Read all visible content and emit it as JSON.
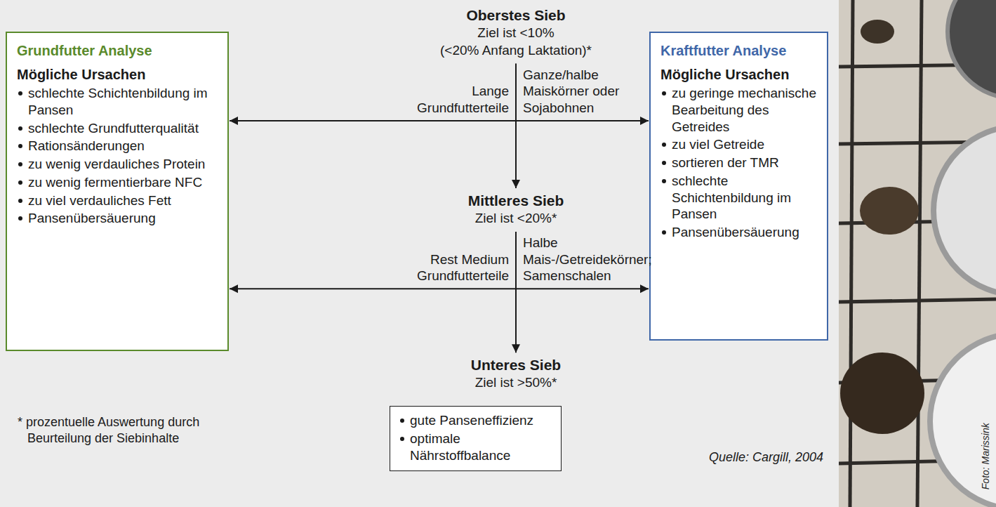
{
  "diagram": {
    "nodes": [
      {
        "text": [
          "Oberstes Sieb",
          "Ziel ist <10%",
          "(<20% Anfang Laktation)*"
        ]
      },
      {
        "text": [
          "Grundfutter Analyse",
          "Mögliche Ursachen",
          "schlechte Schichtenbildung im Pansen",
          "schlechte Grundfutterqualität",
          "Rationsänderungen",
          "zu wenig verdauliches Protein",
          "zu wenig fermentierbare NFC",
          "zu viel verdauliches Fett",
          "Pansenübersäuerung"
        ]
      },
      {
        "text": [
          "Kraftfutter Analyse",
          "Mögliche Ursachen",
          "zu geringe mechanische Bearbeitung des Getreides",
          "zu viel Getreide",
          "sortieren der TMR",
          "schlechte Schichtenbildung im Pansen",
          "Pansenübersäuerung"
        ]
      },
      {
        "text": [
          "Mittleres Sieb",
          "Ziel ist <20%*"
        ]
      },
      {
        "text": [
          "Unteres Sieb",
          "Ziel ist >50%*"
        ]
      },
      {
        "text": [
          "gute Panseneffizienz",
          "optimale Nährstoffbalance"
        ]
      }
    ],
    "edges": [
      {
        "from": 0,
        "to": 3,
        "arrow": "to"
      },
      {
        "from": 0,
        "to": 1,
        "label": "Lange Grundfutterteile",
        "arrow": "to"
      },
      {
        "from": 0,
        "to": 2,
        "label": "Ganze/halbe Maiskörner oder Sojabohnen",
        "arrow": "to"
      },
      {
        "from": 3,
        "to": 4,
        "arrow": "to"
      },
      {
        "from": 3,
        "to": 1,
        "label": "Rest Medium Grundfutterteile",
        "arrow": "to"
      },
      {
        "from": 3,
        "to": 2,
        "label": "Halbe Mais-/Getreidekörner; Samenschalen",
        "arrow": "to"
      }
    ],
    "labels": [
      "* prozentuelle Auswertung durch Beurteilung der Siebinhalte",
      "Quelle: Cargill, 2004",
      "Foto: Marissink"
    ]
  }
}
